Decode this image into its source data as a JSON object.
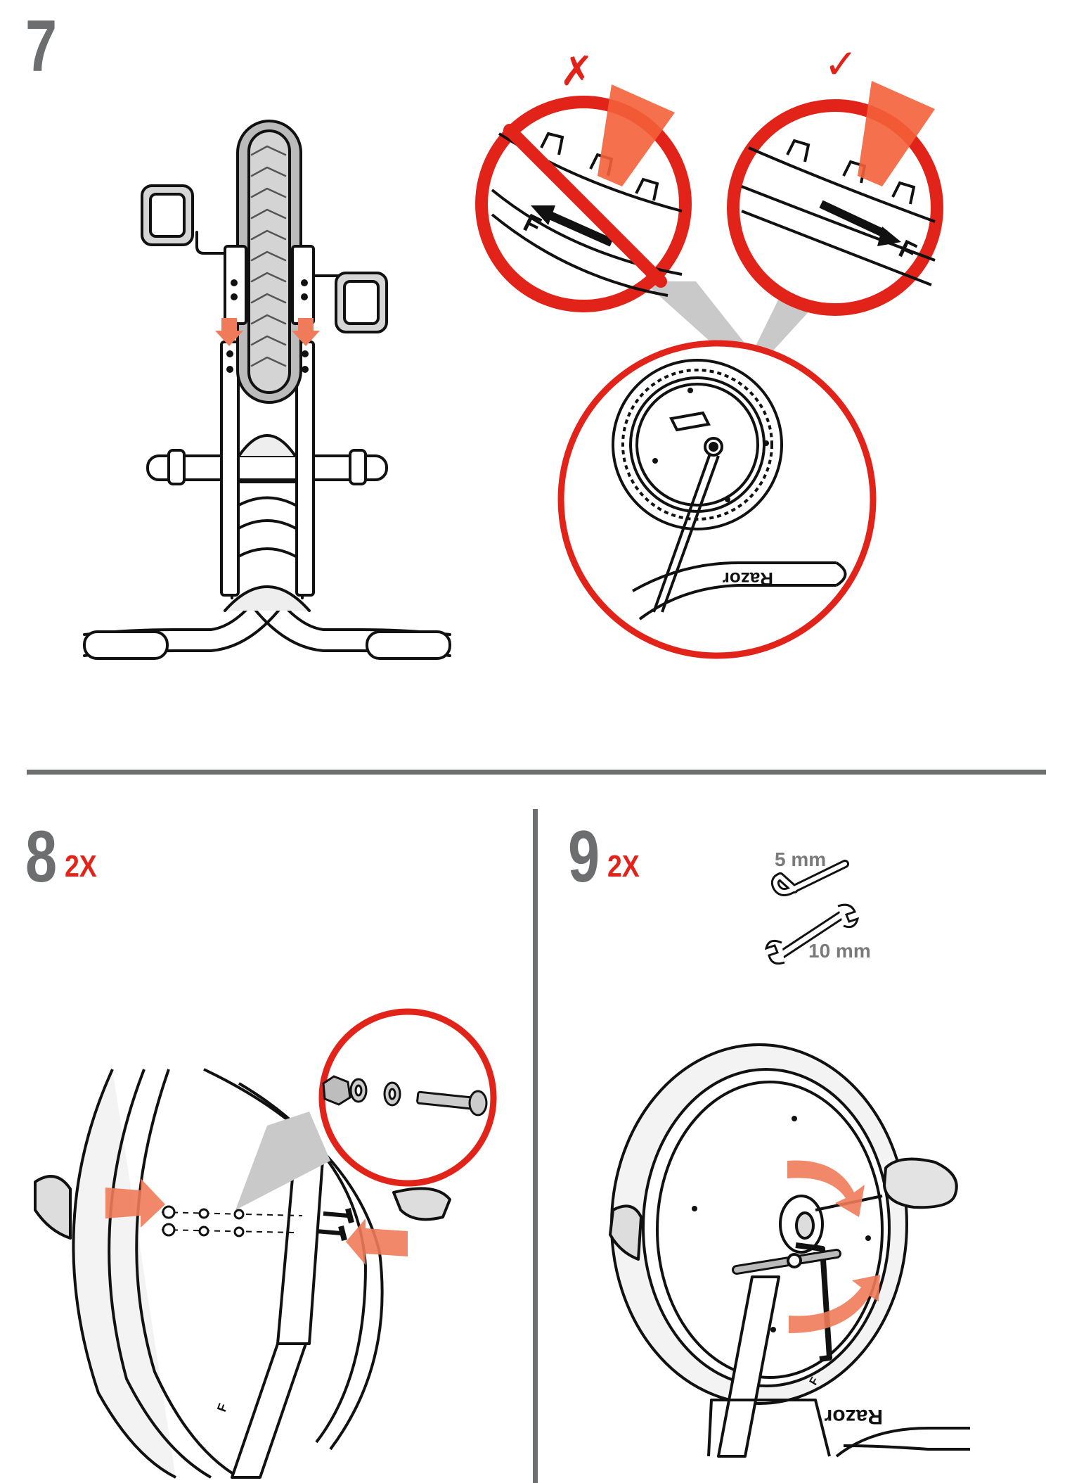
{
  "steps": {
    "step7": {
      "number": "7"
    },
    "step8": {
      "number": "8",
      "multiplier": "2X"
    },
    "step9": {
      "number": "9",
      "multiplier": "2X",
      "tools": [
        {
          "name": "hex-key",
          "size": "5 mm"
        },
        {
          "name": "open-end-wrench",
          "size": "10 mm"
        }
      ]
    }
  },
  "callouts": {
    "wrong": {
      "symbol": "✗",
      "tire_marker": "F"
    },
    "right": {
      "symbol": "✓",
      "tire_marker": "F"
    },
    "wheel_marker": "F"
  },
  "brand": {
    "logo_text": "Razor"
  },
  "colors": {
    "accent_red": "#e2231a",
    "step_gray": "#6d6e70",
    "arrow_orange": "#f07b5a",
    "line": "#111111"
  }
}
